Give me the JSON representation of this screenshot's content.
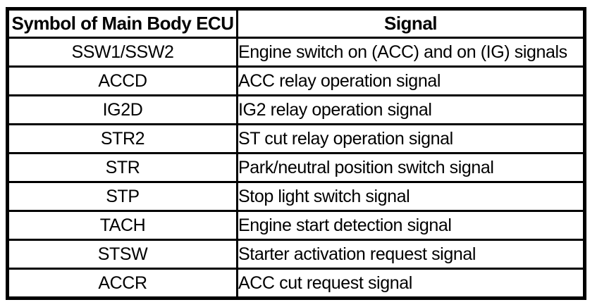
{
  "table": {
    "headers": [
      "Symbol of Main Body ECU",
      "Signal"
    ],
    "rows": [
      {
        "symbol": "SSW1/SSW2",
        "signal": "Engine switch on (ACC) and on (IG) signals"
      },
      {
        "symbol": "ACCD",
        "signal": "ACC relay operation signal"
      },
      {
        "symbol": "IG2D",
        "signal": "IG2 relay operation signal"
      },
      {
        "symbol": "STR2",
        "signal": "ST cut relay operation signal"
      },
      {
        "symbol": "STR",
        "signal": "Park/neutral position switch signal"
      },
      {
        "symbol": "STP",
        "signal": "Stop light switch signal"
      },
      {
        "symbol": "TACH",
        "signal": "Engine start detection signal"
      },
      {
        "symbol": "STSW",
        "signal": "Starter activation request signal"
      },
      {
        "symbol": "ACCR",
        "signal": "ACC cut request signal"
      }
    ],
    "colors": {
      "border": "#000000",
      "background": "#ffffff",
      "text": "#000000"
    }
  }
}
